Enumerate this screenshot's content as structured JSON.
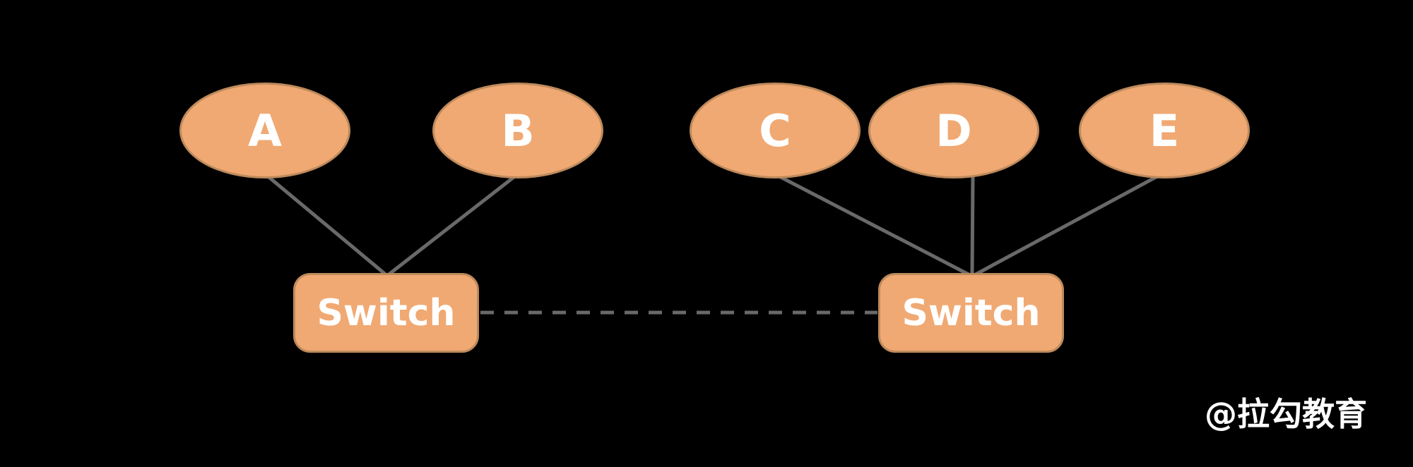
{
  "diagram": {
    "hosts": [
      {
        "id": "A",
        "label": "A"
      },
      {
        "id": "B",
        "label": "B"
      },
      {
        "id": "C",
        "label": "C"
      },
      {
        "id": "D",
        "label": "D"
      },
      {
        "id": "E",
        "label": "E"
      }
    ],
    "switches": [
      {
        "id": "switch-1",
        "label": "Switch"
      },
      {
        "id": "switch-2",
        "label": "Switch"
      }
    ],
    "edges": [
      {
        "from": "A",
        "to": "switch-1",
        "style": "solid"
      },
      {
        "from": "B",
        "to": "switch-1",
        "style": "solid"
      },
      {
        "from": "C",
        "to": "switch-2",
        "style": "solid"
      },
      {
        "from": "D",
        "to": "switch-2",
        "style": "solid"
      },
      {
        "from": "E",
        "to": "switch-2",
        "style": "solid"
      },
      {
        "from": "switch-1",
        "to": "switch-2",
        "style": "dashed"
      }
    ]
  },
  "watermark": {
    "text": "@拉勾教育"
  },
  "colors": {
    "background": "#000000",
    "node-fill": "#F0A973",
    "node-border": "#BE8A5C",
    "line": "#696969",
    "label": "#FFFFFF"
  }
}
